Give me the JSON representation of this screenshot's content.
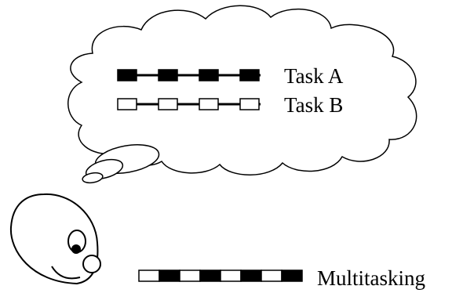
{
  "labels": {
    "task_a": "Task A",
    "task_b": "Task B",
    "multitasking": "Multitasking"
  },
  "task_a": {
    "blocks": 4,
    "fill": "#000000"
  },
  "task_b": {
    "blocks": 4,
    "fill": "#ffffff"
  },
  "multitasking": {
    "pattern": [
      "white",
      "black",
      "white",
      "black",
      "white",
      "black",
      "white",
      "black"
    ]
  }
}
